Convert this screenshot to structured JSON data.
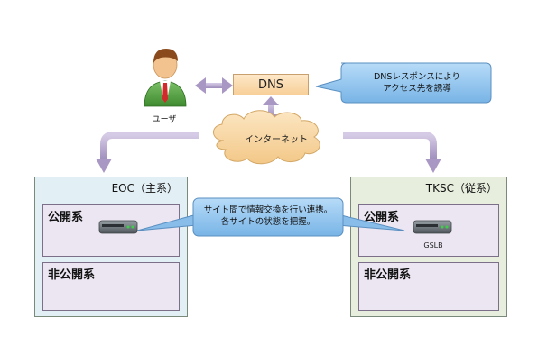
{
  "user": {
    "label": "ユーザ"
  },
  "dns": {
    "label": "DNS"
  },
  "dns_callout": {
    "line1": "DNSレスポンスにより",
    "line2": "アクセス先を誘導"
  },
  "internet": {
    "label": "インターネット"
  },
  "eoc": {
    "title": "EOC（主系）",
    "public_zone": "公開系",
    "private_zone": "非公開系"
  },
  "tksc": {
    "title": "TKSC（従系）",
    "public_zone": "公開系",
    "private_zone": "非公開系",
    "device_label": "GSLB"
  },
  "sync_callout": {
    "line1": "サイト間で情報交換を行い連携。",
    "line2": "各サイトの状態を把握。"
  },
  "colors": {
    "eoc_bg": "#e2eff4",
    "tksc_bg": "#e7eedd",
    "zone_bg": "#ece6f2",
    "callout_bg": "#8fc3ef",
    "dns_bg": "#fbdcae",
    "cloud_bg": "#f8d9a6",
    "arrow": "#b6a5cf"
  },
  "icons": [
    "user-avatar-icon",
    "gslb-appliance-icon",
    "network-appliance-icon",
    "cloud-icon"
  ]
}
